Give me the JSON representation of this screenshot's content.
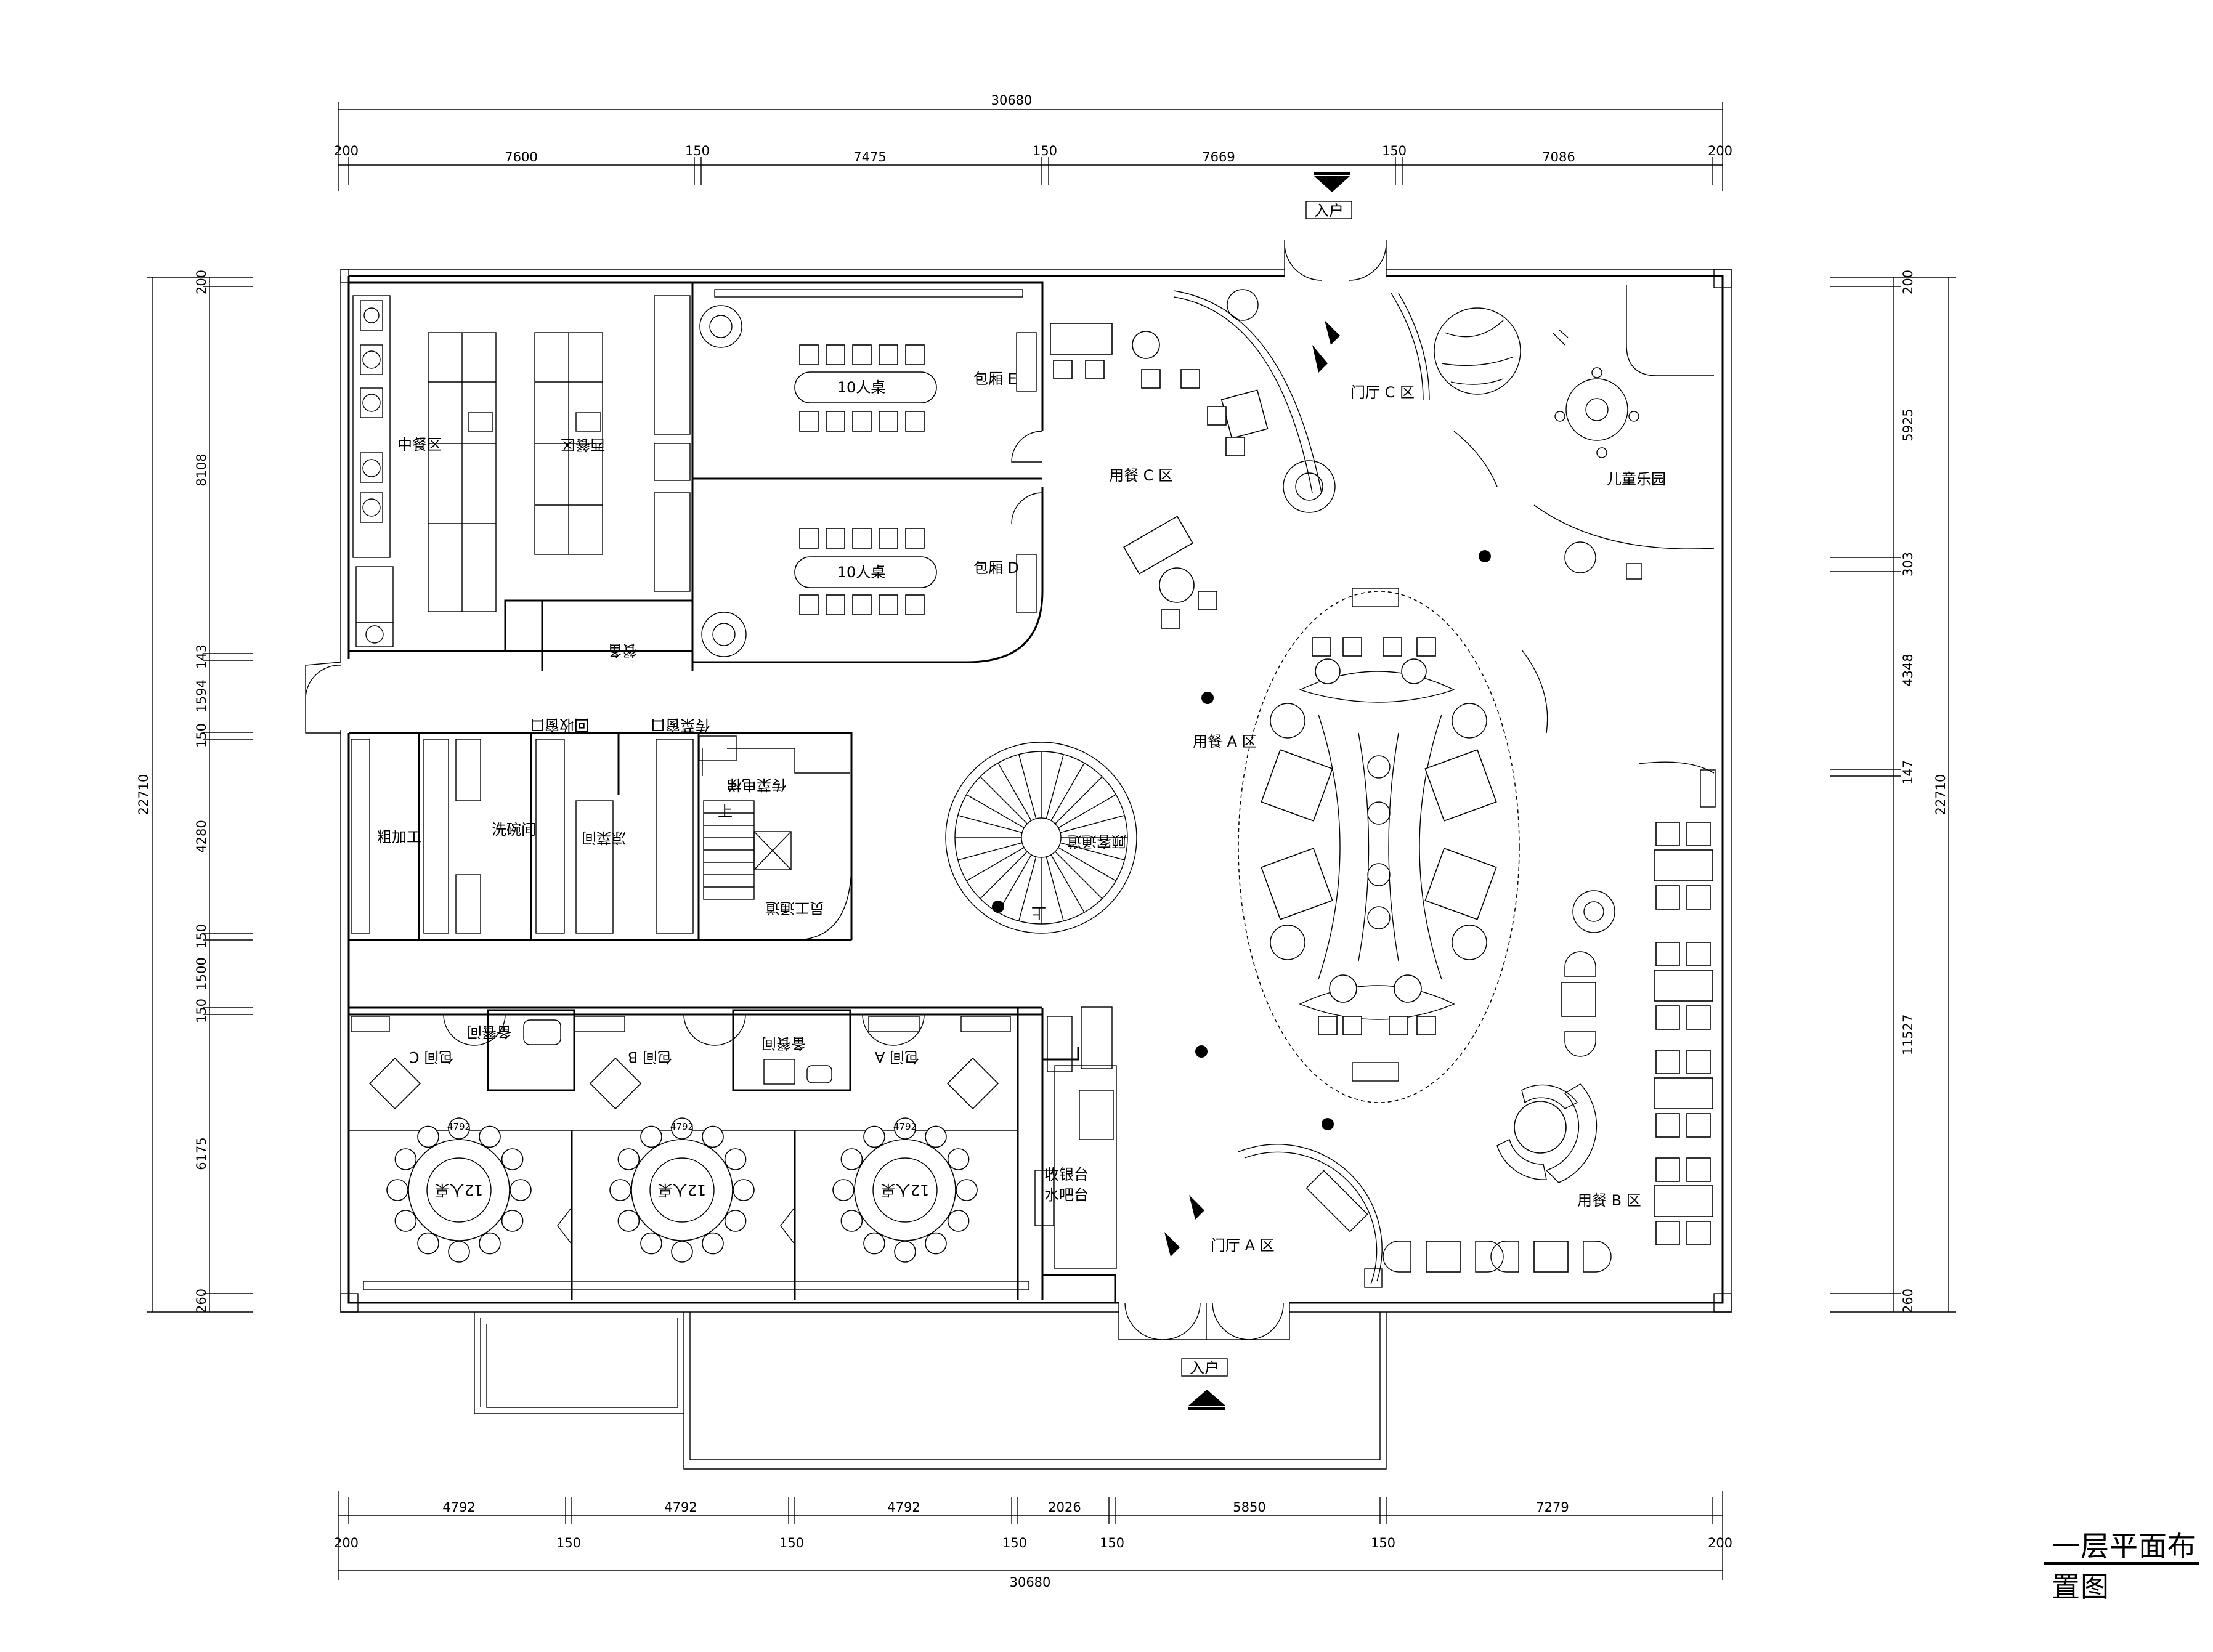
{
  "title": "一层平面布置图",
  "dims": {
    "top_total": "30680",
    "top_segments": [
      "200",
      "7600",
      "150",
      "7475",
      "150",
      "7669",
      "150",
      "7086",
      "200"
    ],
    "bottom_total": "30680",
    "bottom_segments": [
      "200",
      "4792",
      "150",
      "4792",
      "150",
      "4792",
      "150",
      "2026",
      "150",
      "5850",
      "150",
      "7279",
      "200"
    ],
    "left_total": "22710",
    "left_segments": [
      "200",
      "8108",
      "143",
      "1594",
      "150",
      "4280",
      "150",
      "1500",
      "150",
      "6175",
      "260"
    ],
    "right_total": "22710",
    "right_segments": [
      "200",
      "5925",
      "303",
      "4348",
      "147",
      "11527",
      "260"
    ]
  },
  "entrances": {
    "top": "入户",
    "bottom": "入户"
  },
  "rooms": {
    "zhongcan": "中餐区",
    "xican": "西餐区",
    "canbei": "餐备",
    "baoxiang_e": "包厢 E",
    "baoxiang_d": "包厢 D",
    "table10": "10人桌",
    "yongcan_c": "用餐 C 区",
    "menting_c": "门厅 C 区",
    "ertong": "儿童乐园",
    "yongcan_a": "用餐 A 区",
    "yongcan_b": "用餐 B 区",
    "menting_a": "门厅 A 区",
    "cujiagong": "粗加工",
    "xiwan": "洗碗间",
    "liangcai": "凉菜间",
    "huishou": "回收窗口",
    "chuancai_kou": "传菜窗口",
    "chuancai_dianti": "传菜电梯",
    "yuangong_tongdao": "员工通道",
    "guke_tongdao": "顾客通道",
    "shang": "上",
    "baojian_c": "包间 C",
    "baojian_b": "包间 B",
    "baojian_a": "包间 A",
    "beican": "备餐间",
    "table12": "12人桌",
    "size4792": "4792",
    "shouyin": "收银台",
    "shuiba": "水吧台"
  }
}
